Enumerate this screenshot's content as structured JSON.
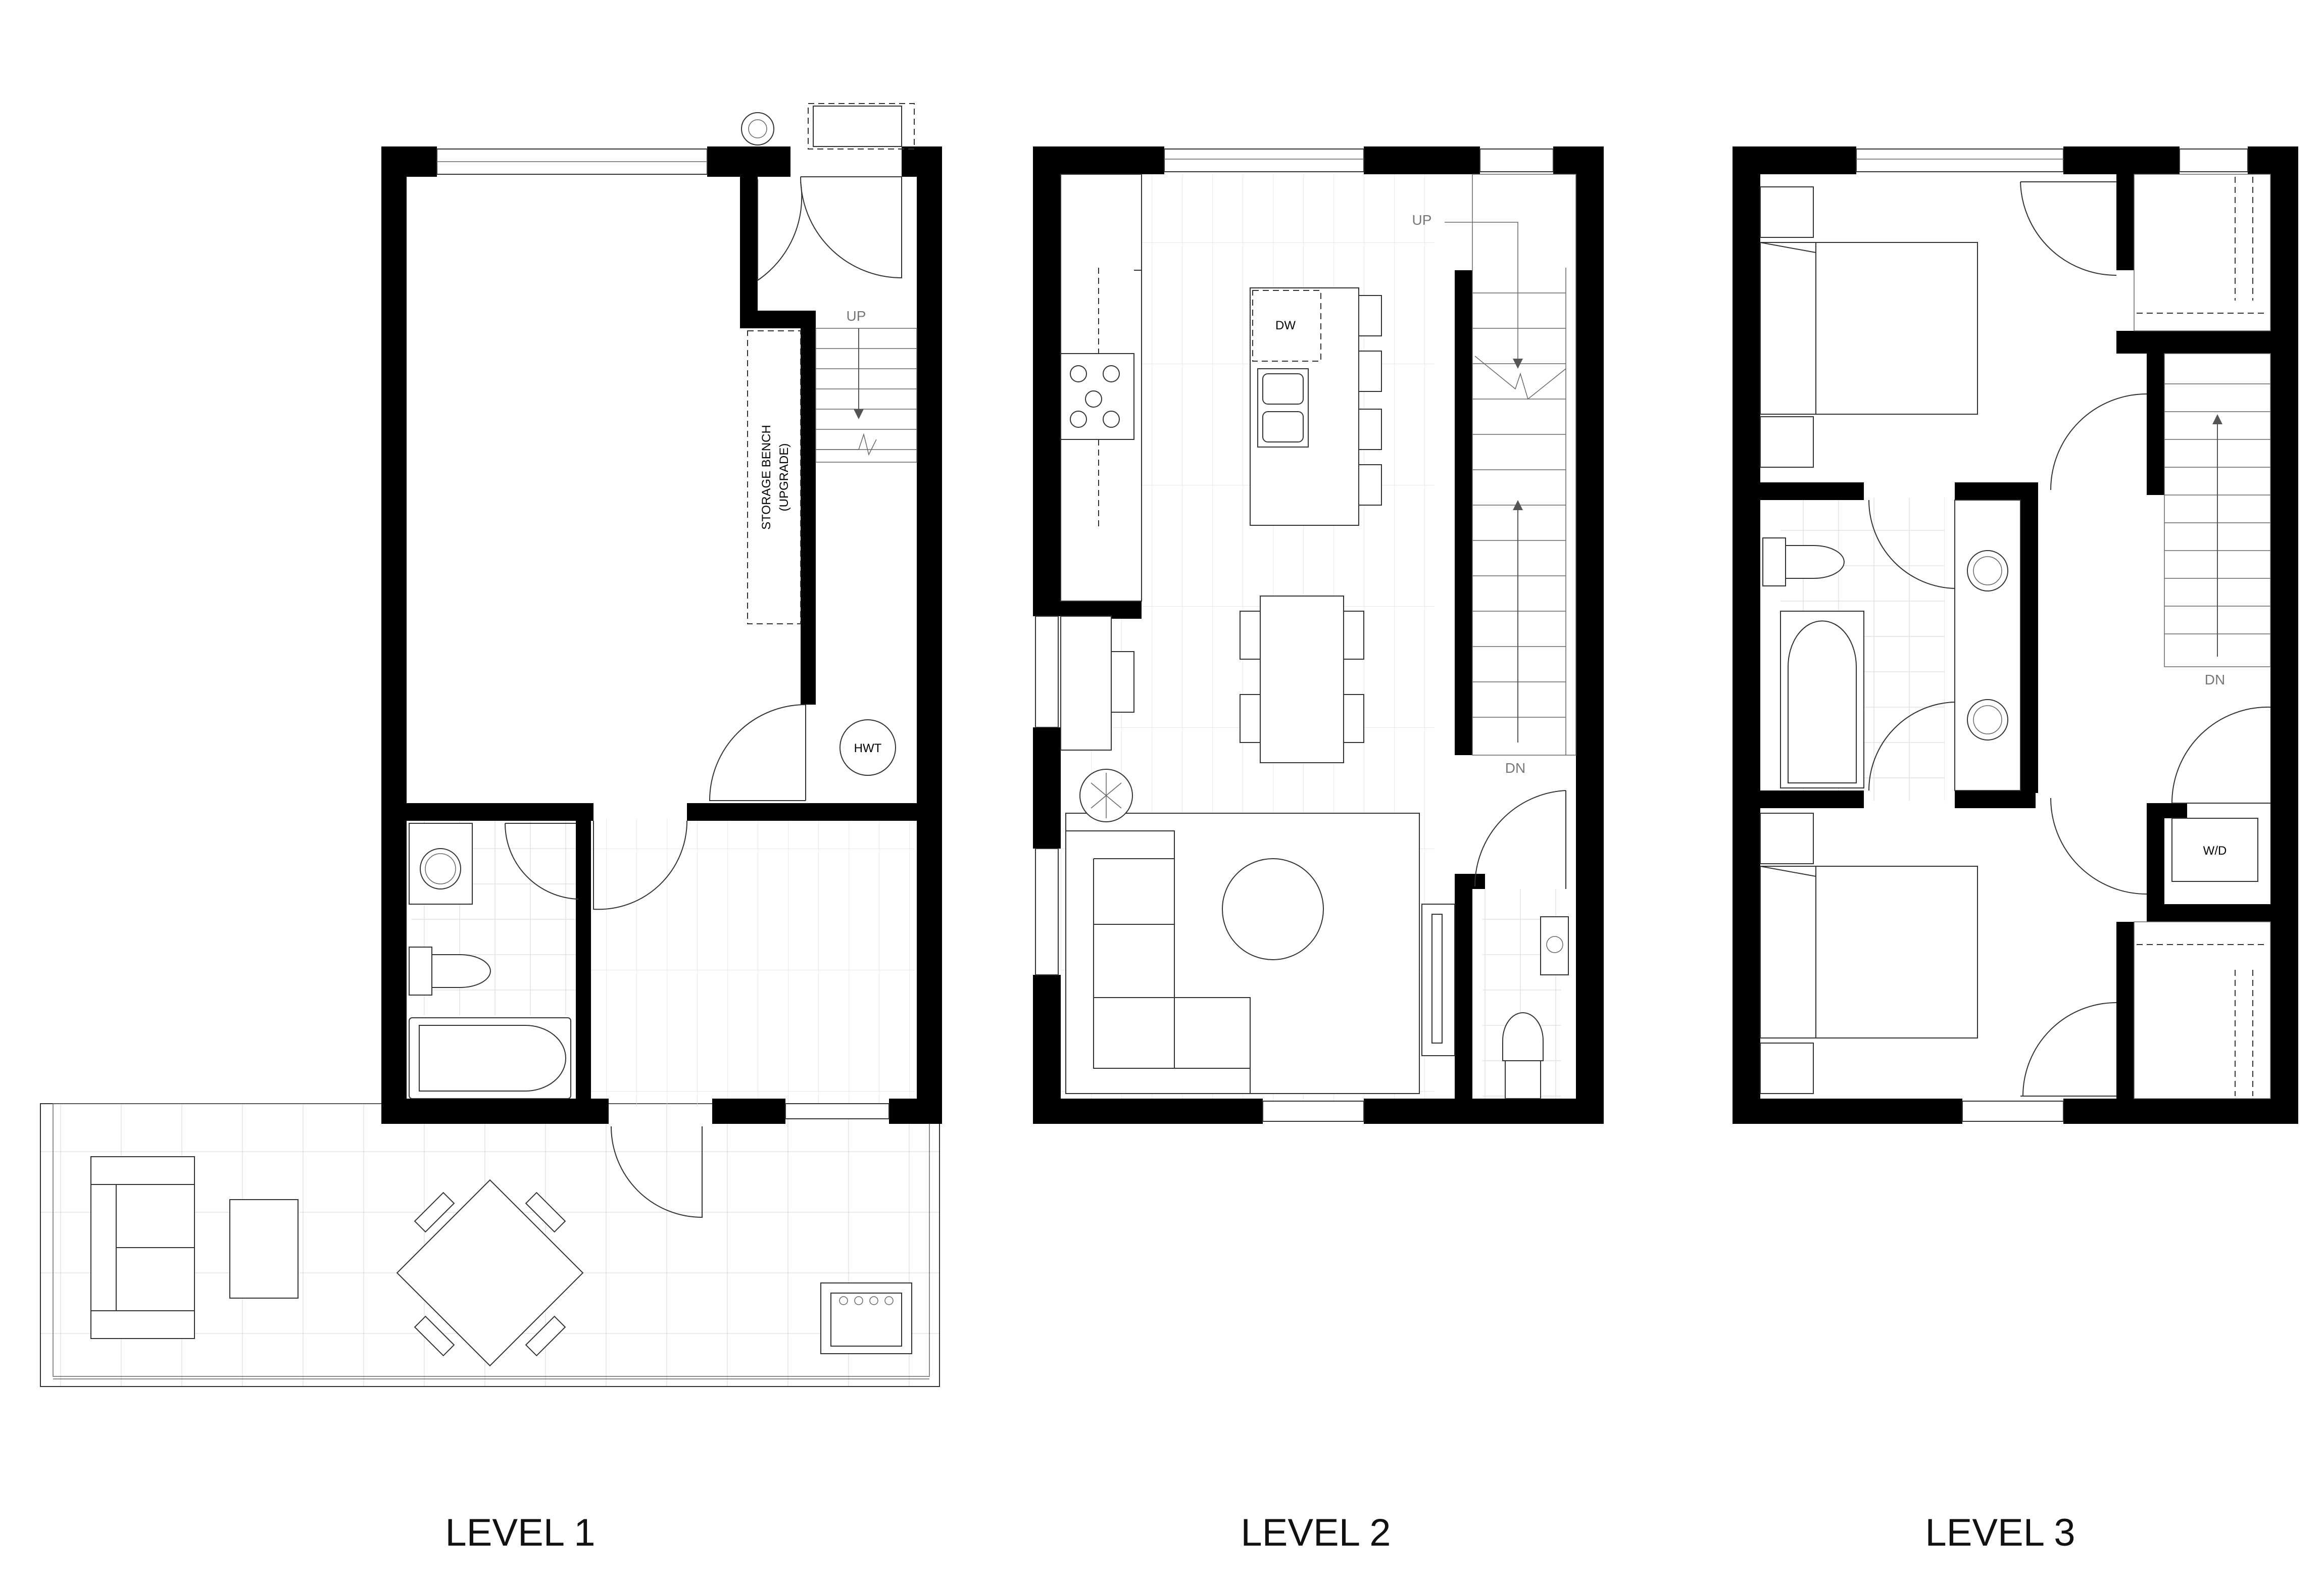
{
  "levels": [
    {
      "label": "LEVEL 1"
    },
    {
      "label": "LEVEL 2"
    },
    {
      "label": "LEVEL 3"
    }
  ],
  "level1": {
    "stair_up": "UP",
    "bench_line1": "STORAGE BENCH",
    "bench_line2": "(UPGRADE)",
    "hwt": "HWT"
  },
  "level2": {
    "stair_up": "UP",
    "stair_dn": "DN",
    "dishwasher": "DW"
  },
  "level3": {
    "stair_dn": "DN",
    "washer_dryer": "W/D"
  }
}
